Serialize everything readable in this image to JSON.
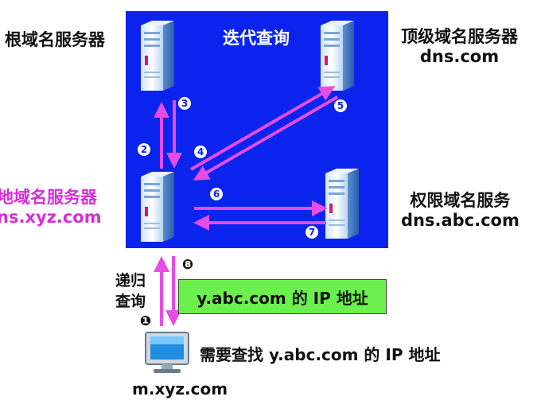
{
  "panel": {
    "title": "迭代查询",
    "background": "#0a24ee"
  },
  "servers": {
    "root": {
      "name": "根域名服务器"
    },
    "tld": {
      "name": "顶级域名服务器",
      "domain": "dns.com"
    },
    "local": {
      "name": "地域名服务器",
      "domain": "ns.xyz.com"
    },
    "authoritative": {
      "name": "权限域名服务",
      "domain": "dns.abc.com"
    }
  },
  "client": {
    "domain": "m.xyz.com",
    "query_text": "需要查找 y.abc.com 的 IP 地址"
  },
  "recursive_label": [
    "递归",
    "查询"
  ],
  "answer": "y.abc.com 的 IP 地址",
  "steps": {
    "s1": "❶",
    "s2": "2",
    "s3": "3",
    "s4": "4",
    "s5": "5",
    "s6": "6",
    "s7": "7",
    "s8": "❽"
  },
  "colors": {
    "arrow": "#e64ce6",
    "label_magenta": "#d62ed6",
    "answer_box": "#6cf04e"
  }
}
